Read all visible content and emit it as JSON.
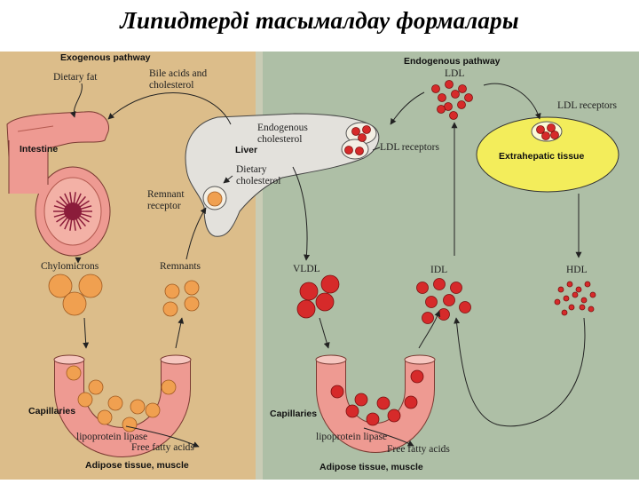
{
  "title": "Липидтерді тасымалдау формалары",
  "colors": {
    "exogenous_bg": "#dcbd8a",
    "endogenous_bg": "#aebfa6",
    "orange_particle": "#f0a050",
    "red_particle": "#d62a2a",
    "liver": "#e3e1dc",
    "extrahepatic": "#f3ed5b",
    "capillary": "#ee9a92"
  },
  "exogenous": {
    "heading": "Exogenous pathway",
    "dietary_fat": "Dietary fat",
    "bile_acids": [
      "Bile acids and",
      "cholesterol"
    ],
    "intestine": "Intestine",
    "remnant_receptor": [
      "Remnant",
      "receptor"
    ],
    "dietary_cholesterol": [
      "Dietary",
      "cholesterol"
    ],
    "chylomicrons": "Chylomicrons",
    "remnants": "Remnants",
    "capillaries": "Capillaries",
    "lipoprotein_lipase": "lipoprotein lipase",
    "free_fatty_acids": "Free fatty acids",
    "adipose": "Adipose tissue, muscle"
  },
  "liver": {
    "label": "Liver",
    "endogenous_cholesterol": [
      "Endogenous",
      "cholesterol"
    ],
    "ldl_receptors": "LDL receptors"
  },
  "endogenous": {
    "heading": "Endogenous pathway",
    "ldl": "LDL",
    "ldl_receptors": "LDL receptors",
    "extrahepatic": "Extrahepatic tissue",
    "vldl": "VLDL",
    "idl": "IDL",
    "hdl": "HDL",
    "capillaries": "Capillaries",
    "lipoprotein_lipase": "lipoprotein lipase",
    "free_fatty_acids": "Free fatty acids",
    "adipose": "Adipose tissue, muscle"
  }
}
